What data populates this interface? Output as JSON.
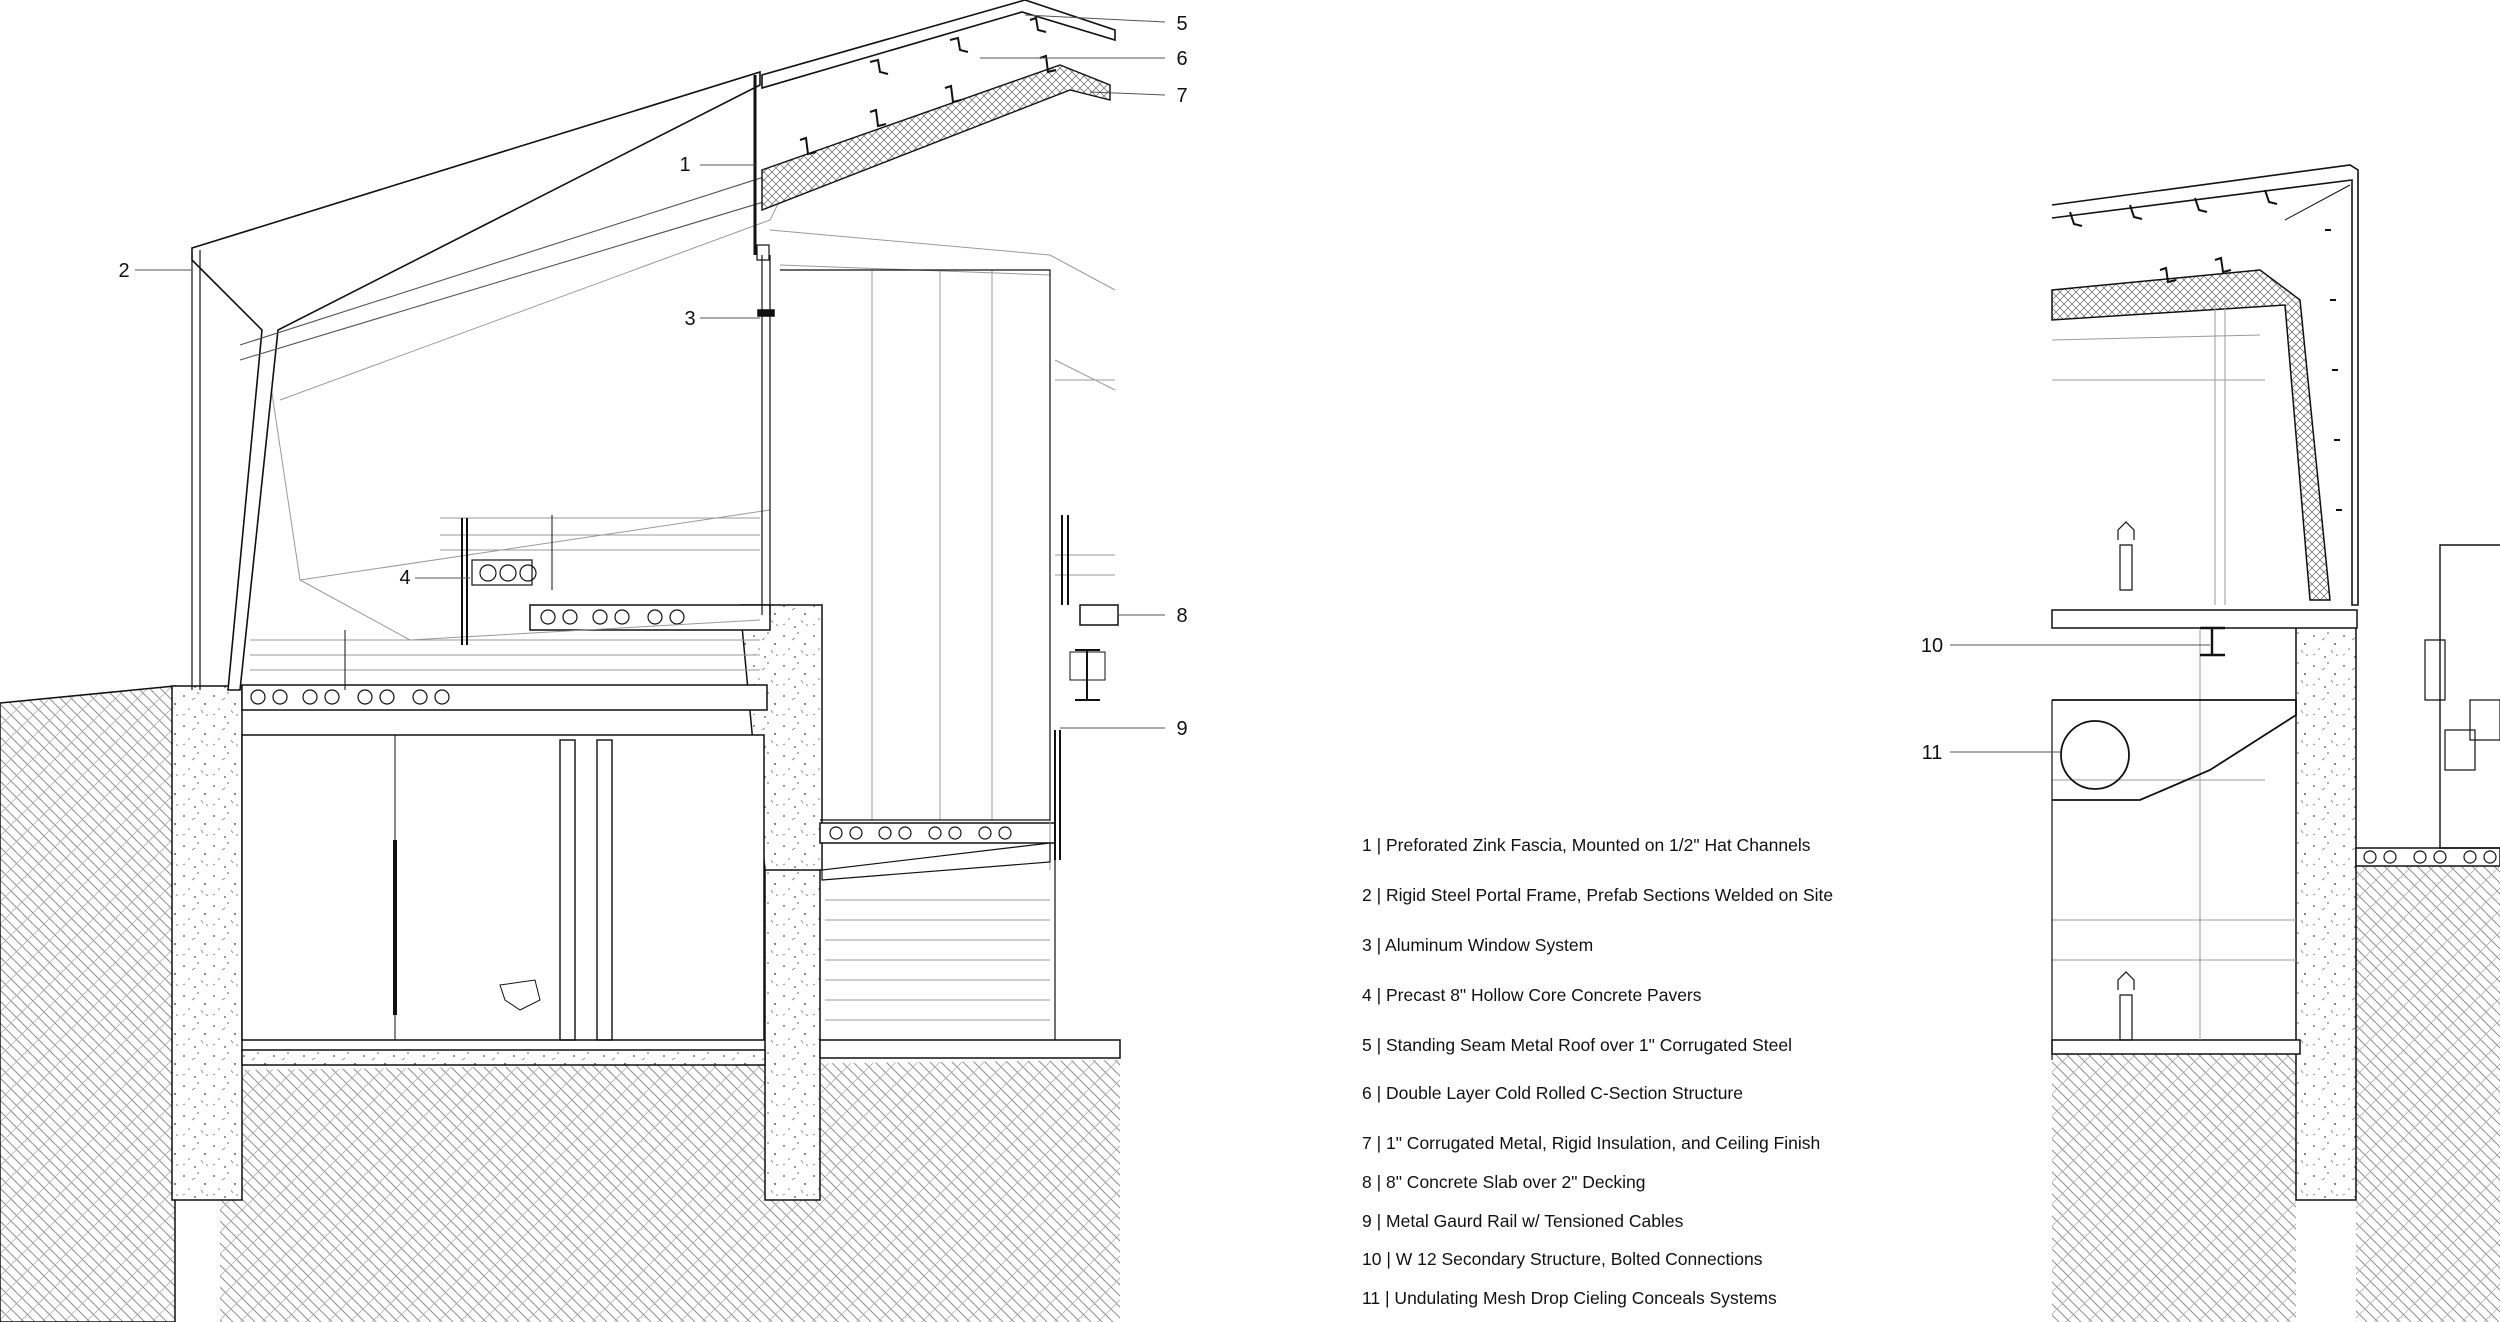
{
  "callouts": [
    "1",
    "2",
    "3",
    "4",
    "5",
    "6",
    "7",
    "8",
    "9",
    "10",
    "11"
  ],
  "legend": [
    "1 | Preforated Zink Fascia, Mounted on 1/2\" Hat Channels",
    "2 | Rigid Steel Portal Frame, Prefab Sections Welded on Site",
    "3 | Aluminum Window System",
    "4 | Precast 8\" Hollow Core Concrete Pavers",
    "5 | Standing Seam Metal Roof over 1\" Corrugated Steel",
    "6 | Double Layer Cold Rolled C-Section Structure",
    "7 | 1\" Corrugated Metal, Rigid Insulation, and Ceiling Finish",
    "8 | 8\" Concrete Slab over 2\" Decking",
    "9 | Metal Gaurd Rail w/ Tensioned Cables",
    "10 | W 12 Secondary Structure, Bolted Connections",
    "11 | Undulating Mesh Drop Cieling Conceals Systems"
  ],
  "colors": {
    "ink": "#111111",
    "light_line": "#9a9a9a",
    "ground_hatch": "#8f8f8f",
    "concrete_speck": "#777777"
  }
}
